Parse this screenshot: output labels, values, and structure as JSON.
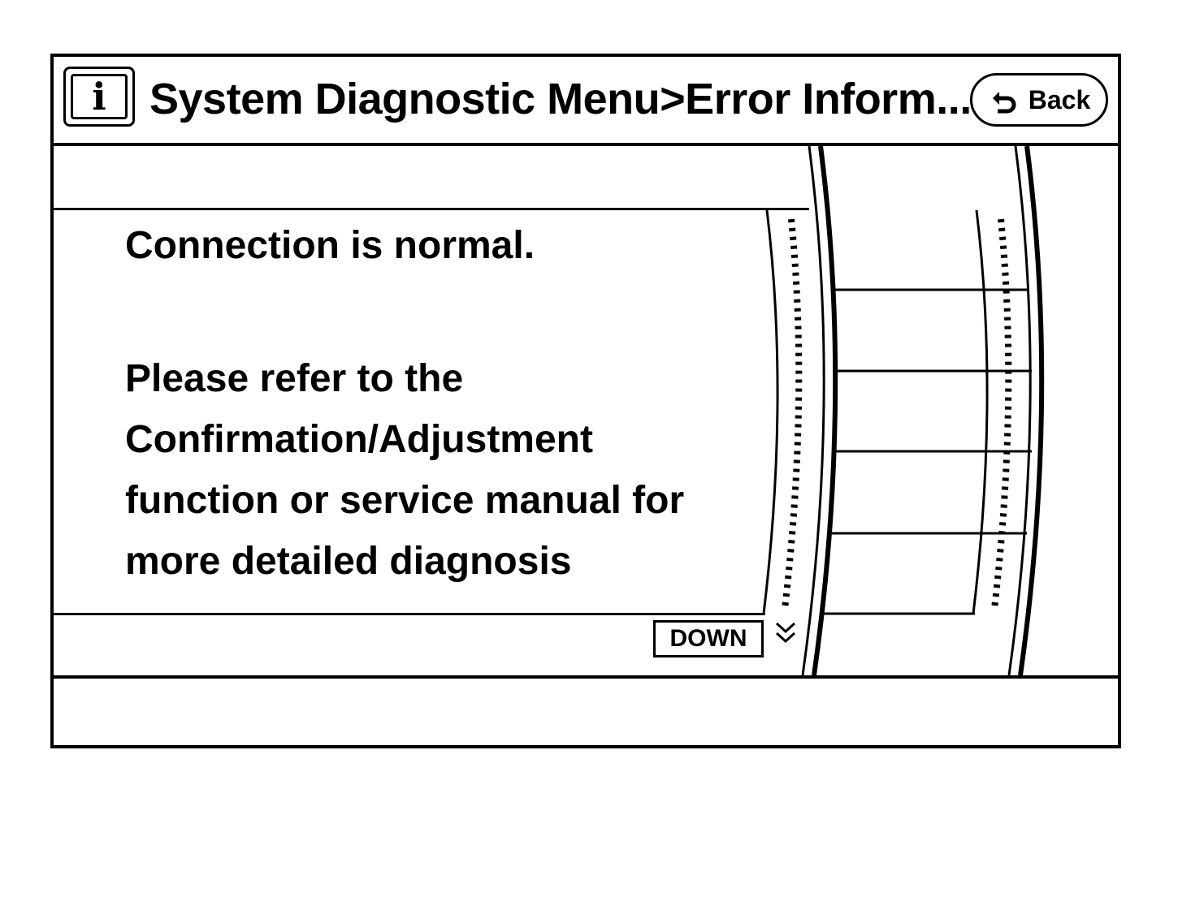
{
  "header": {
    "info_icon": "info-icon",
    "info_glyph": "i",
    "title": "System Diagnostic Menu>Error Inform...",
    "back_label": "Back",
    "back_icon": "return-arrow-icon"
  },
  "message": {
    "lines": [
      "Connection is normal.",
      "Please refer to the",
      "Confirmation/Adjustment",
      "function or service manual for",
      "more detailed diagnosis"
    ]
  },
  "scroll": {
    "down_label": "DOWN",
    "down_icon": "double-chevron-down-icon"
  }
}
